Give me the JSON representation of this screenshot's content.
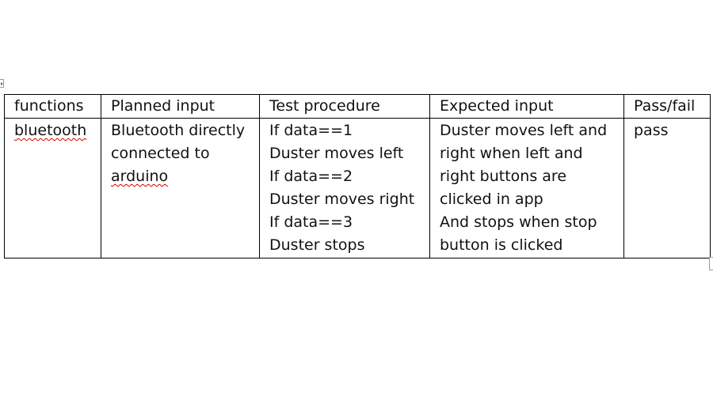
{
  "table": {
    "headers": [
      "functions",
      "Planned input",
      "Test procedure",
      "Expected input",
      "Pass/fail"
    ],
    "rows": [
      {
        "function": "bluetooth",
        "planned_input": {
          "line1": "Bluetooth directly",
          "line2": "connected to",
          "line3": "arduino"
        },
        "test_procedure": {
          "line1": "If data==1",
          "line2": "Duster moves left",
          "line3": "If data==2",
          "line4": "Duster moves right",
          "line5": "If data==3",
          "line6": "Duster stops"
        },
        "expected_input": {
          "line1": "Duster moves left and",
          "line2": "right when left and",
          "line3": "right buttons are",
          "line4": "clicked in app",
          "line5": "And stops when stop",
          "line6": "button is clicked"
        },
        "result": "pass"
      }
    ]
  },
  "spellcheck_color": "#d40000"
}
